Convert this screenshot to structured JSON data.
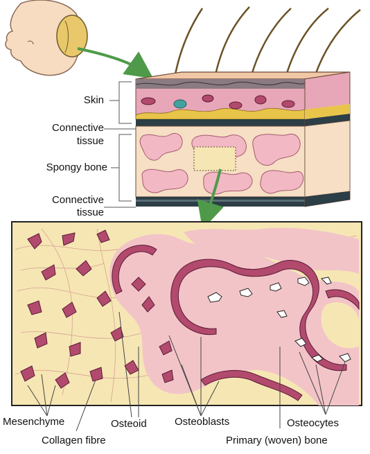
{
  "labels": {
    "skin": "Skin",
    "connective_tissue_top_1": "Connective",
    "connective_tissue_top_2": "tissue",
    "spongy_bone": "Spongy bone",
    "connective_tissue_bottom_1": "Connective",
    "connective_tissue_bottom_2": "tissue",
    "mesenchyme": "Mesenchyme",
    "collagen_fibre": "Collagen fibre",
    "osteoid": "Osteoid",
    "osteoblasts": "Osteoblasts",
    "osteocytes": "Osteocytes",
    "primary_woven_bone": "Primary (woven) bone"
  },
  "colors": {
    "background_matrix": "#f6e6b4",
    "cell_fill": "#b24a6e",
    "cell_outline": "#5a1a34",
    "bone_pink": "#f2c4c8",
    "skin_pink": "#e7a7b8",
    "fat_yellow": "#e8c54a",
    "arrow_green": "#4e9a4a",
    "dark_band": "#2c3e46"
  }
}
